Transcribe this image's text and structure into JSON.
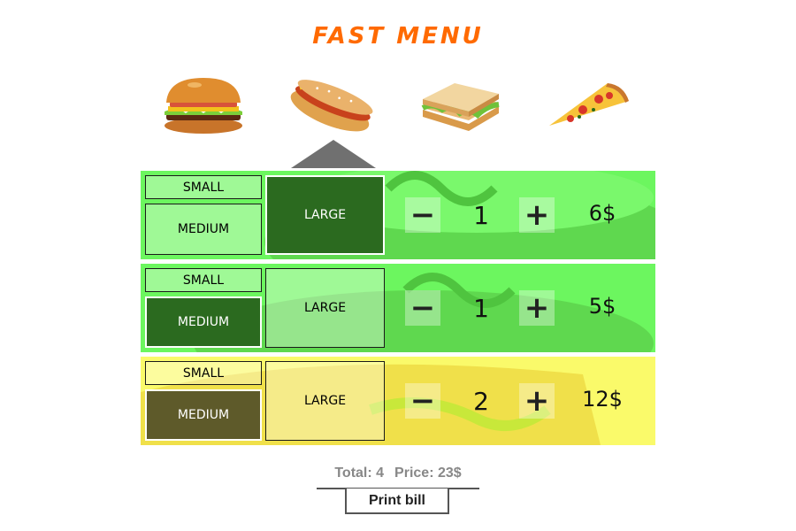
{
  "title": "FAST MENU",
  "foods": [
    {
      "name": "burger"
    },
    {
      "name": "hotdog",
      "selected": true
    },
    {
      "name": "sandwich"
    },
    {
      "name": "pizza"
    }
  ],
  "rows": [
    {
      "small": "SMALL",
      "medium": "MEDIUM",
      "large": "LARGE",
      "selected": "large",
      "minus": "−",
      "plus": "+",
      "qty": "1",
      "price": "6$",
      "color": "#6cf65f",
      "selected_color": "#2b6a1f"
    },
    {
      "small": "SMALL",
      "medium": "MEDIUM",
      "large": "LARGE",
      "selected": "medium",
      "minus": "−",
      "plus": "+",
      "qty": "1",
      "price": "5$",
      "color": "#6cf65f",
      "selected_color": "#2b6a1f"
    },
    {
      "small": "SMALL",
      "medium": "MEDIUM",
      "large": "LARGE",
      "selected": "medium",
      "minus": "−",
      "plus": "+",
      "qty": "2",
      "price": "12$",
      "color": "#fafa6a",
      "selected_color": "#5e5a2a"
    }
  ],
  "total_label": "Total: 4",
  "price_label": "Price: 23$",
  "print_label": "Print bill",
  "colors": {
    "title": "#ff6a00",
    "pointer": "#707070"
  }
}
